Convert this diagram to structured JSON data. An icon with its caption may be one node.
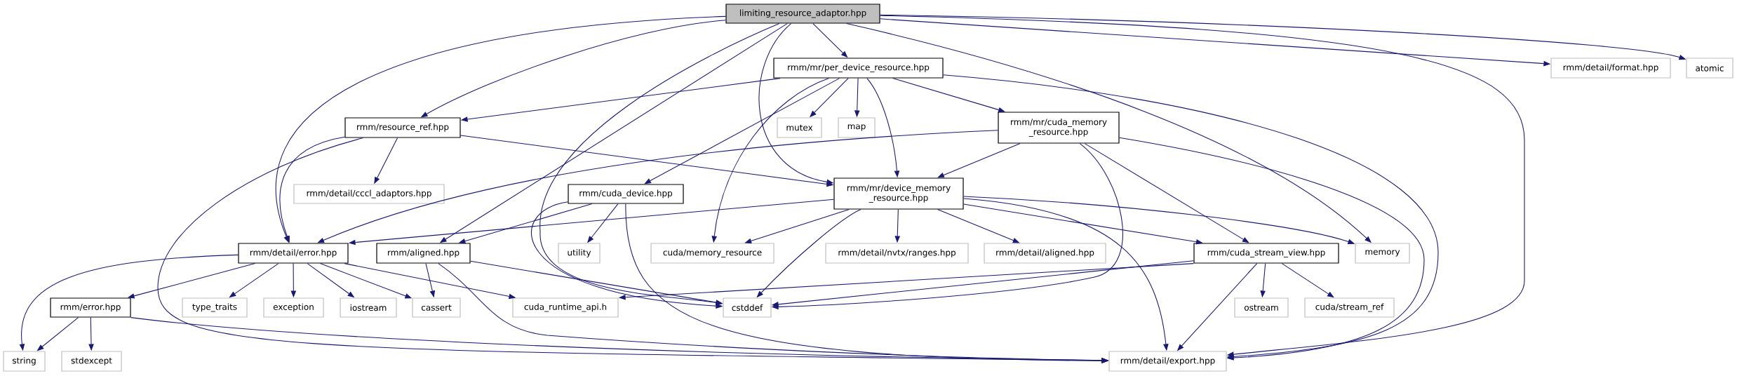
{
  "diagram": {
    "nodes": [
      {
        "text": [
          "limiting_resource_adaptor.hpp"
        ]
      },
      {
        "text": [
          "rmm/mr/per_device_resource.hpp"
        ]
      },
      {
        "text": [
          "rmm/detail/format.hpp"
        ]
      },
      {
        "text": [
          "atomic"
        ]
      },
      {
        "text": [
          "rmm/resource_ref.hpp"
        ]
      },
      {
        "text": [
          "mutex"
        ]
      },
      {
        "text": [
          "map"
        ]
      },
      {
        "text": [
          "rmm/mr/cuda_memory _resource.hpp"
        ]
      },
      {
        "text": [
          "rmm/detail/cccl_adaptors.hpp"
        ]
      },
      {
        "text": [
          "rmm/cuda_device.hpp"
        ]
      },
      {
        "text": [
          "rmm/mr/device_memory _resource.hpp"
        ]
      },
      {
        "text": [
          "rmm/detail/error.hpp"
        ]
      },
      {
        "text": [
          "rmm/aligned.hpp"
        ]
      },
      {
        "text": [
          "utility"
        ]
      },
      {
        "text": [
          "cuda/memory_resource"
        ]
      },
      {
        "text": [
          "rmm/detail/nvtx/ranges.hpp"
        ]
      },
      {
        "text": [
          "rmm/detail/aligned.hpp"
        ]
      },
      {
        "text": [
          "rmm/cuda_stream_view.hpp"
        ]
      },
      {
        "text": [
          "memory"
        ]
      },
      {
        "text": [
          "rmm/error.hpp"
        ]
      },
      {
        "text": [
          "type_traits"
        ]
      },
      {
        "text": [
          "exception"
        ]
      },
      {
        "text": [
          "iostream"
        ]
      },
      {
        "text": [
          "cassert"
        ]
      },
      {
        "text": [
          "cuda_runtime_api.h"
        ]
      },
      {
        "text": [
          "cstddef"
        ]
      },
      {
        "text": [
          "ostream"
        ]
      },
      {
        "text": [
          "cuda/stream_ref"
        ]
      },
      {
        "text": [
          "string"
        ]
      },
      {
        "text": [
          "stdexcept"
        ]
      },
      {
        "text": [
          "rmm/detail/export.hpp"
        ]
      }
    ],
    "edges": [
      {
        "from": 0,
        "to": 1,
        "arrow": "to"
      },
      {
        "from": 0,
        "to": 2,
        "arrow": "to"
      },
      {
        "from": 0,
        "to": 3,
        "arrow": "to"
      },
      {
        "from": 0,
        "to": 4,
        "arrow": "to"
      },
      {
        "from": 0,
        "to": 10,
        "arrow": "to"
      },
      {
        "from": 0,
        "to": 11,
        "arrow": "to"
      },
      {
        "from": 0,
        "to": 12,
        "arrow": "to"
      },
      {
        "from": 0,
        "to": 18,
        "arrow": "to"
      },
      {
        "from": 0,
        "to": 25,
        "arrow": "to"
      },
      {
        "from": 0,
        "to": 30,
        "arrow": "to"
      },
      {
        "from": 1,
        "to": 4,
        "arrow": "to"
      },
      {
        "from": 1,
        "to": 5,
        "arrow": "to"
      },
      {
        "from": 1,
        "to": 6,
        "arrow": "to"
      },
      {
        "from": 1,
        "to": 7,
        "arrow": "to"
      },
      {
        "from": 1,
        "to": 9,
        "arrow": "to"
      },
      {
        "from": 1,
        "to": 10,
        "arrow": "to"
      },
      {
        "from": 1,
        "to": 14,
        "arrow": "to"
      },
      {
        "from": 1,
        "to": 30,
        "arrow": "to"
      },
      {
        "from": 4,
        "to": 8,
        "arrow": "to"
      },
      {
        "from": 4,
        "to": 10,
        "arrow": "to"
      },
      {
        "from": 4,
        "to": 11,
        "arrow": "to"
      },
      {
        "from": 4,
        "to": 30,
        "arrow": "to"
      },
      {
        "from": 7,
        "to": 10,
        "arrow": "to"
      },
      {
        "from": 7,
        "to": 11,
        "arrow": "to"
      },
      {
        "from": 7,
        "to": 17,
        "arrow": "to"
      },
      {
        "from": 7,
        "to": 25,
        "arrow": "to"
      },
      {
        "from": 7,
        "to": 30,
        "arrow": "to"
      },
      {
        "from": 9,
        "to": 12,
        "arrow": "to"
      },
      {
        "from": 9,
        "to": 13,
        "arrow": "to"
      },
      {
        "from": 9,
        "to": 25,
        "arrow": "to"
      },
      {
        "from": 9,
        "to": 30,
        "arrow": "to"
      },
      {
        "from": 10,
        "to": 11,
        "arrow": "to"
      },
      {
        "from": 10,
        "to": 14,
        "arrow": "to"
      },
      {
        "from": 10,
        "to": 15,
        "arrow": "to"
      },
      {
        "from": 10,
        "to": 16,
        "arrow": "to"
      },
      {
        "from": 10,
        "to": 17,
        "arrow": "to"
      },
      {
        "from": 10,
        "to": 18,
        "arrow": "to"
      },
      {
        "from": 10,
        "to": 25,
        "arrow": "to"
      },
      {
        "from": 10,
        "to": 30,
        "arrow": "to"
      },
      {
        "from": 11,
        "to": 19,
        "arrow": "to"
      },
      {
        "from": 11,
        "to": 20,
        "arrow": "to"
      },
      {
        "from": 11,
        "to": 21,
        "arrow": "to"
      },
      {
        "from": 11,
        "to": 22,
        "arrow": "to"
      },
      {
        "from": 11,
        "to": 23,
        "arrow": "to"
      },
      {
        "from": 11,
        "to": 24,
        "arrow": "to"
      },
      {
        "from": 11,
        "to": 28,
        "arrow": "to"
      },
      {
        "from": 12,
        "to": 23,
        "arrow": "to"
      },
      {
        "from": 12,
        "to": 25,
        "arrow": "to"
      },
      {
        "from": 12,
        "to": 30,
        "arrow": "to"
      },
      {
        "from": 17,
        "to": 24,
        "arrow": "to"
      },
      {
        "from": 17,
        "to": 25,
        "arrow": "to"
      },
      {
        "from": 17,
        "to": 26,
        "arrow": "to"
      },
      {
        "from": 17,
        "to": 27,
        "arrow": "to"
      },
      {
        "from": 17,
        "to": 30,
        "arrow": "to"
      },
      {
        "from": 19,
        "to": 28,
        "arrow": "to"
      },
      {
        "from": 19,
        "to": 29,
        "arrow": "to"
      },
      {
        "from": 19,
        "to": 30,
        "arrow": "to"
      }
    ]
  }
}
